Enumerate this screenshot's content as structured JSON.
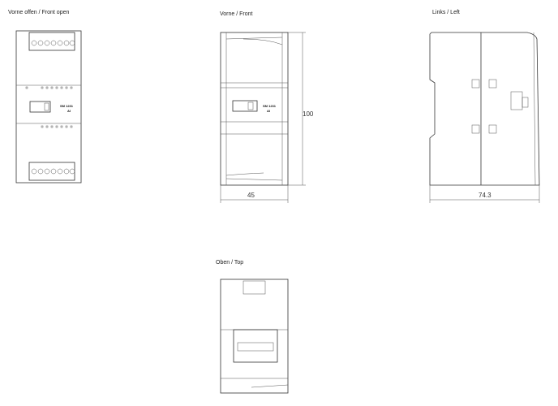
{
  "views": {
    "front_open": {
      "title": "Vorne offen / Front open",
      "module_label": "SM 1231",
      "module_sublabel": "AI"
    },
    "front": {
      "title": "Vorne / Front",
      "module_label": "SM 1231",
      "module_sublabel": "AI",
      "height_dim": "100",
      "width_dim": "45"
    },
    "left": {
      "title": "Links / Left",
      "depth_dim": "74.3"
    },
    "top": {
      "title": "Oben / Top"
    }
  }
}
